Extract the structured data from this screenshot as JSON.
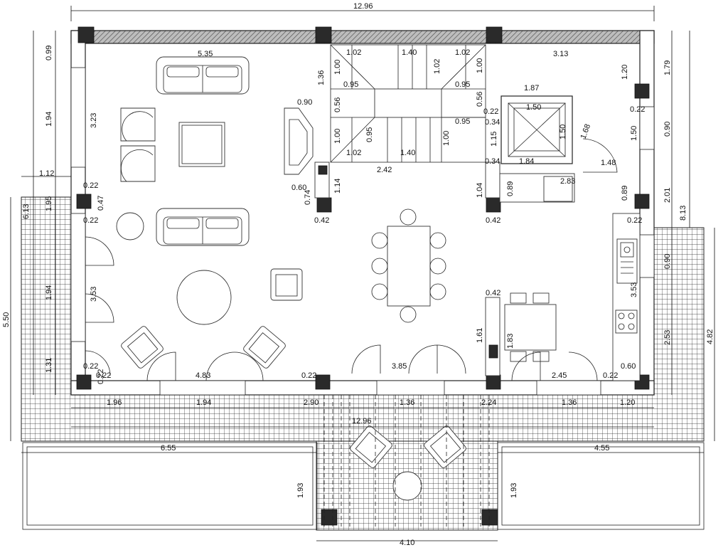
{
  "plan": {
    "top_total": "12.96",
    "top_segments": [
      "5.35",
      "1.02",
      "1.40",
      "1.02",
      "3.13"
    ],
    "left_outer": [
      "0.99",
      "1.94",
      "1.94",
      "1.31"
    ],
    "left_inner": [
      "3.23",
      "3.53"
    ],
    "left_misc": [
      "1.12",
      "0.22",
      "0.47",
      "0.22",
      "1.95",
      "0.22",
      "0.22",
      "6.13",
      "5.50"
    ],
    "right_outer": [
      "1.79",
      "0.90",
      "2.01",
      "0.90",
      "2.53"
    ],
    "right_total": [
      "8.13",
      "4.82"
    ],
    "right_inner": [
      "1.20",
      "1.50",
      "0.89",
      "3.53",
      "0.22",
      "0.22",
      "0.60"
    ],
    "stairs": [
      "1.00",
      "0.95",
      "0.56",
      "1.00",
      "0.95",
      "1.02",
      "1.40",
      "1.00",
      "0.95",
      "0.56",
      "1.00",
      "0.95",
      "1.02",
      "2.42"
    ],
    "middle": [
      "1.36",
      "0.90",
      "0.60",
      "0.74",
      "1.14",
      "0.42",
      "0.42",
      "1.04",
      "0.89",
      "0.42",
      "1.61",
      "1.83"
    ],
    "elevator": [
      "1.87",
      "1.50",
      "0.22",
      "0.34",
      "1.15",
      "1.50",
      "1.68",
      "1.48",
      "0.34",
      "1.84",
      "2.83"
    ],
    "bottom_rooms": [
      "4.83",
      "3.85",
      "2.45",
      "0.22",
      "0.22",
      "0.22"
    ],
    "bottom_segments": [
      "1.96",
      "1.94",
      "2.90",
      "1.36",
      "2.24",
      "1.36",
      "1.20"
    ],
    "bottom_total": "12.96",
    "terrace": [
      "6.55",
      "4.55",
      "1.93",
      "1.93",
      "4.10"
    ]
  }
}
